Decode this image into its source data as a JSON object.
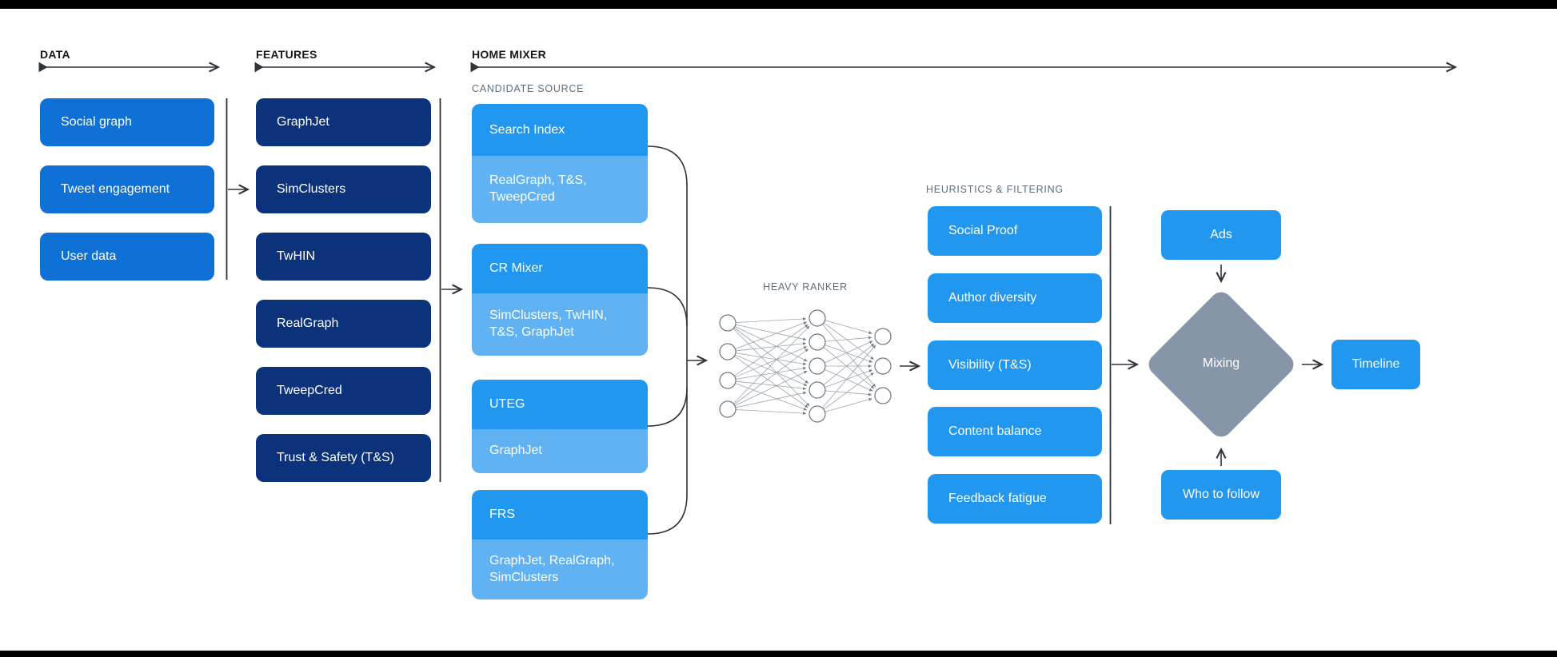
{
  "colors": {
    "data-box": "#0f71d6",
    "feature-box": "#0c327c",
    "primary": "#2297ef",
    "primary-light": "#60b2f2",
    "diamond": "#8496a8",
    "line": "#2e343a",
    "nn-line": "#9aa3ad",
    "subheader": "#5f6e7c"
  },
  "sections": {
    "data": {
      "label": "DATA",
      "items": [
        "Social graph",
        "Tweet engagement",
        "User data"
      ]
    },
    "features": {
      "label": "FEATURES",
      "items": [
        "GraphJet",
        "SimClusters",
        "TwHIN",
        "RealGraph",
        "TweepCred",
        "Trust & Safety (T&S)"
      ]
    },
    "home_mixer": {
      "label": "HOME MIXER",
      "candidate_source": {
        "label": "CANDIDATE SOURCE",
        "items": [
          {
            "title": "Search Index",
            "deps": "RealGraph, T&S, TweepCred"
          },
          {
            "title": "CR Mixer",
            "deps": "SimClusters, TwHIN, T&S, GraphJet"
          },
          {
            "title": "UTEG",
            "deps": "GraphJet"
          },
          {
            "title": "FRS",
            "deps": "GraphJet, RealGraph, SimClusters"
          }
        ]
      },
      "heavy_ranker": {
        "label": "HEAVY RANKER",
        "layers": [
          4,
          5,
          3
        ]
      },
      "heuristics": {
        "label": "HEURISTICS & FILTERING",
        "items": [
          "Social Proof",
          "Author diversity",
          "Visibility (T&S)",
          "Content balance",
          "Feedback fatigue"
        ]
      },
      "mixing": {
        "ads": "Ads",
        "label": "Mixing",
        "who_to_follow": "Who to follow",
        "timeline": "Timeline"
      }
    }
  }
}
